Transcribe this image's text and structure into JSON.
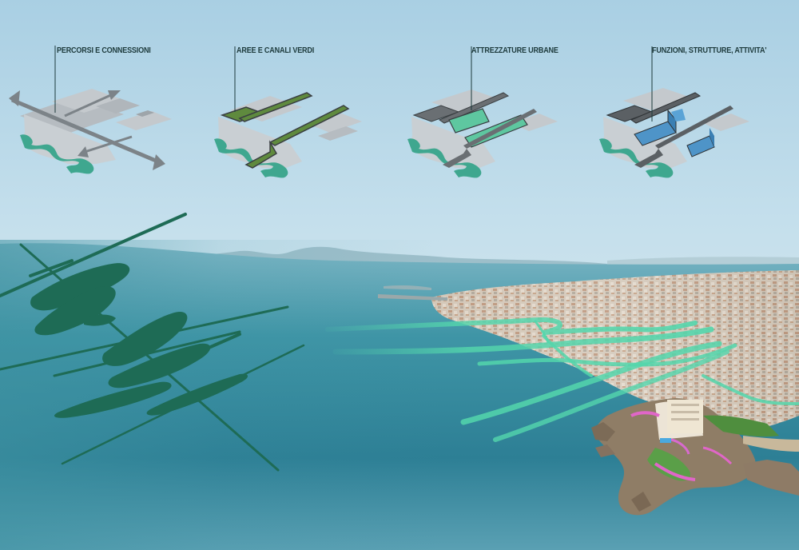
{
  "diagrams": [
    {
      "id": "percorsi",
      "label": "PERCORSI E CONNESSIONI"
    },
    {
      "id": "aree",
      "label": "AREE  E CANALI VERDI",
      "fill": "#5f8a3e"
    },
    {
      "id": "attrezzature",
      "label": "ATTREZZATURE URBANE",
      "fill": "#5ec7a0"
    },
    {
      "id": "funzioni",
      "label": "FUNZIONI, STRUTTURE, ATTIVITA'",
      "fill": "#4e94c8"
    }
  ],
  "colors": {
    "sky": "#b7d7e8",
    "sea": "#2f8a99",
    "deep_green": "#1e6b55",
    "mint_path": "#54d6ac",
    "shore": "#4fb69b"
  }
}
